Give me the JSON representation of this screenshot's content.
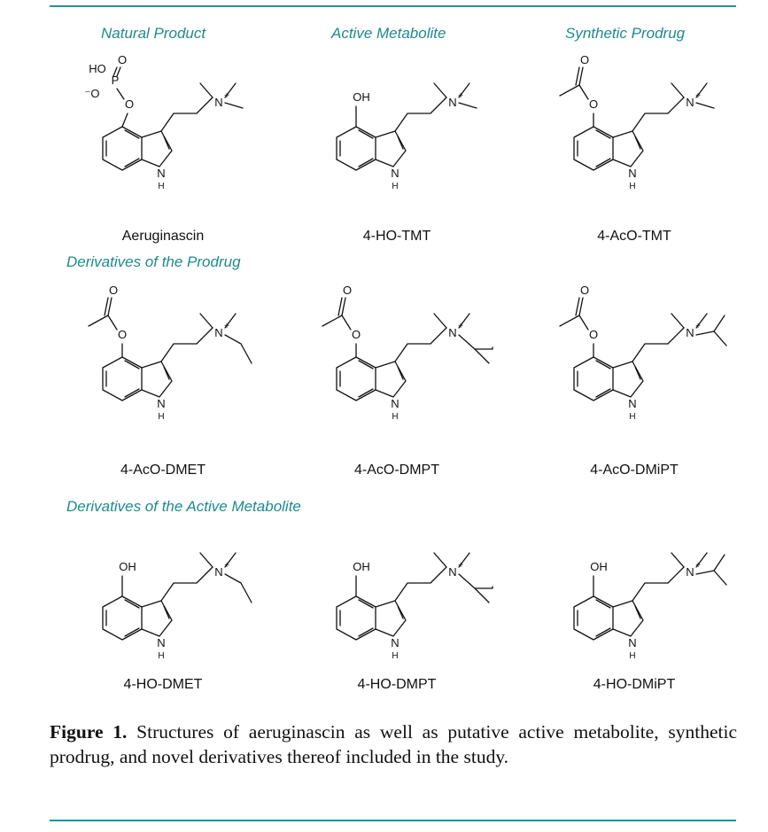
{
  "headings": {
    "natural_product": "Natural Product",
    "active_metabolite": "Active Metabolite",
    "synthetic_prodrug": "Synthetic Prodrug",
    "prodrug_derivatives": "Derivatives of the Prodrug",
    "metabolite_derivatives": "Derivatives of the Active Metabolite"
  },
  "compounds": [
    {
      "name": "Aeruginascin",
      "substituent": "phosphate",
      "amine": "trimethyl"
    },
    {
      "name": "4-HO-TMT",
      "substituent": "hydroxy",
      "amine": "trimethyl"
    },
    {
      "name": "4-AcO-TMT",
      "substituent": "acetoxy",
      "amine": "trimethyl"
    },
    {
      "name": "4-AcO-DMET",
      "substituent": "acetoxy",
      "amine": "ethyl"
    },
    {
      "name": "4-AcO-DMPT",
      "substituent": "acetoxy",
      "amine": "propyl"
    },
    {
      "name": "4-AcO-DMiPT",
      "substituent": "acetoxy",
      "amine": "isopropyl"
    },
    {
      "name": "4-HO-DMET",
      "substituent": "hydroxy",
      "amine": "ethyl"
    },
    {
      "name": "4-HO-DMPT",
      "substituent": "hydroxy",
      "amine": "propyl"
    },
    {
      "name": "4-HO-DMiPT",
      "substituent": "hydroxy",
      "amine": "isopropyl"
    }
  ],
  "atoms": {
    "oh": "OH",
    "nh_n": "N",
    "nh_h": "H",
    "amine_n": "N",
    "charge": "+",
    "ester_o": "O",
    "carbonyl_o": "O",
    "p": "P",
    "ho": "HO",
    "o_minus": "⁻O",
    "p_o": "O"
  },
  "caption": {
    "label": "Figure 1.",
    "text": " Structures of aeruginascin as well as putative active metabolite, synthetic prodrug, and novel derivatives thereof included in the study."
  },
  "colors": {
    "accent": "#1f8a8c",
    "rule": "#2e8b9a"
  }
}
